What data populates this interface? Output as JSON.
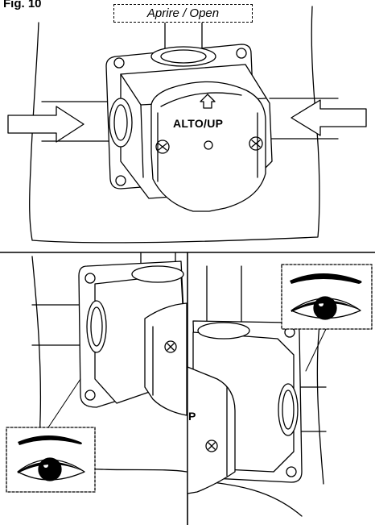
{
  "figure": {
    "label": "Fig. 10",
    "open_label": "Aprire / Open",
    "up_label": "ALTO/UP",
    "partial_label": "P"
  },
  "icons": [
    "up-arrow-icon",
    "right-arrow-icon",
    "left-arrow-icon",
    "eye-icon",
    "eye-icon"
  ],
  "colors": {
    "line": "#000000",
    "background": "#ffffff"
  }
}
